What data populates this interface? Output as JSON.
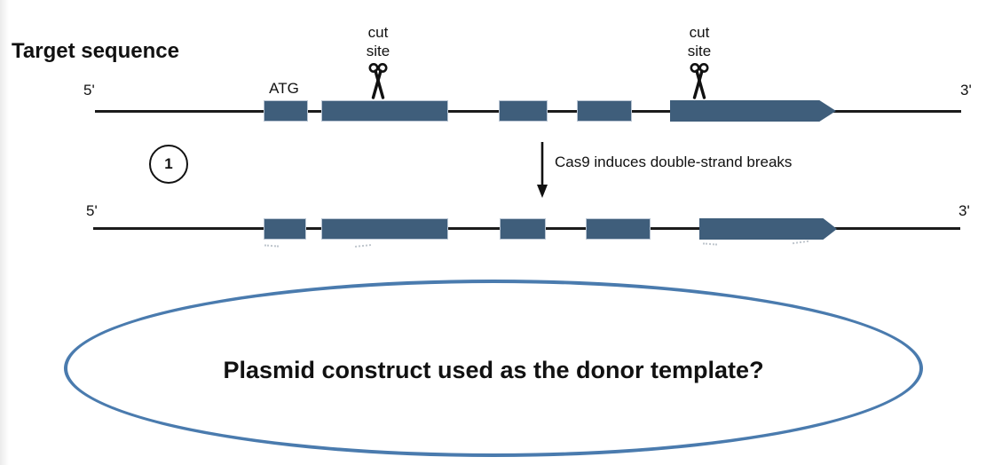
{
  "title": "Target sequence",
  "colors": {
    "exon_fill": "#3f5e7b",
    "exon_border": "#b9c5d3",
    "strand_line": "#1b1b1b",
    "ellipse_stroke": "#4a7bae",
    "text": "#111111"
  },
  "top_strand": {
    "five_prime": "5'",
    "three_prime": "3'",
    "start_codon": "ATG",
    "cut_sites": [
      {
        "word1": "cut",
        "word2": "site"
      },
      {
        "word1": "cut",
        "word2": "site"
      }
    ]
  },
  "step": {
    "number": "1",
    "caption": "Cas9 induces double-strand breaks"
  },
  "bottom_strand": {
    "five_prime": "5'",
    "three_prime": "3'"
  },
  "question": "Plasmid construct used as the donor template?"
}
